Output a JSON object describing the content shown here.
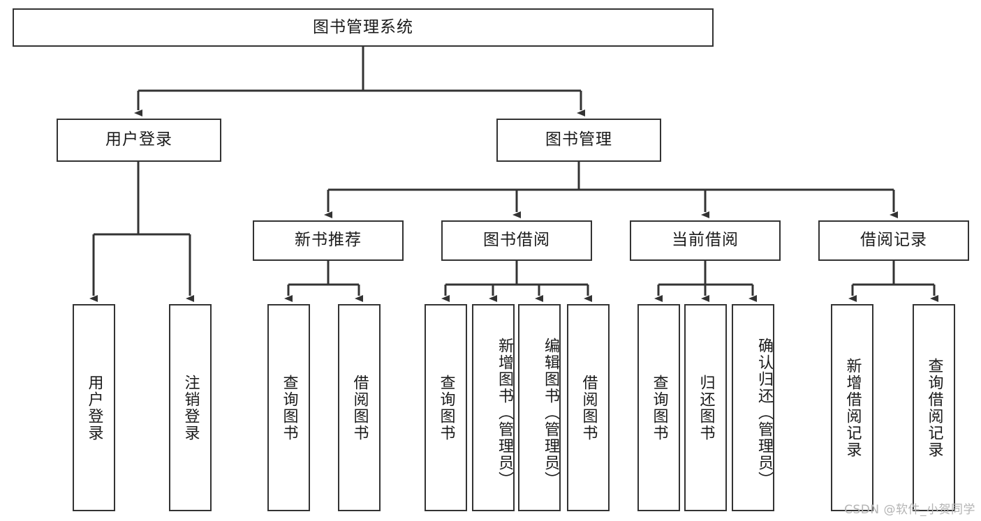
{
  "diagram": {
    "type": "tree-hierarchy",
    "title": "图书管理系统",
    "watermark": "CSDN @软件_小贺同学",
    "root": {
      "id": "root",
      "label": "图书管理系统",
      "orientation": "horizontal"
    },
    "level2": [
      {
        "id": "user-login",
        "label": "用户登录",
        "orientation": "horizontal"
      },
      {
        "id": "book-management",
        "label": "图书管理",
        "orientation": "horizontal"
      }
    ],
    "level3": [
      {
        "id": "new-book-recommend",
        "label": "新书推荐",
        "orientation": "horizontal",
        "parent": "book-management"
      },
      {
        "id": "book-borrow",
        "label": "图书借阅",
        "orientation": "horizontal",
        "parent": "book-management"
      },
      {
        "id": "current-borrow",
        "label": "当前借阅",
        "orientation": "horizontal",
        "parent": "book-management"
      },
      {
        "id": "borrow-record",
        "label": "借阅记录",
        "orientation": "horizontal",
        "parent": "book-management"
      }
    ],
    "leaves": [
      {
        "id": "leaf-user-login",
        "label": "用户登录",
        "parent": "user-login"
      },
      {
        "id": "leaf-user-logout",
        "label": "注销登录",
        "parent": "user-login"
      },
      {
        "id": "leaf-query-book-1",
        "label": "查询图书",
        "parent": "new-book-recommend"
      },
      {
        "id": "leaf-borrow-book-1",
        "label": "借阅图书",
        "parent": "new-book-recommend"
      },
      {
        "id": "leaf-query-book-2",
        "label": "查询图书",
        "parent": "book-borrow"
      },
      {
        "id": "leaf-add-book",
        "label": "新增图书（管理员）",
        "parent": "book-borrow"
      },
      {
        "id": "leaf-edit-book",
        "label": "编辑图书（管理员）",
        "parent": "book-borrow"
      },
      {
        "id": "leaf-borrow-book-2",
        "label": "借阅图书",
        "parent": "book-borrow"
      },
      {
        "id": "leaf-query-book-3",
        "label": "查询图书",
        "parent": "current-borrow"
      },
      {
        "id": "leaf-return-book",
        "label": "归还图书",
        "parent": "current-borrow"
      },
      {
        "id": "leaf-confirm-return",
        "label": "确认归还（管理员）",
        "parent": "current-borrow"
      },
      {
        "id": "leaf-add-record",
        "label": "新增借阅记录",
        "parent": "borrow-record"
      },
      {
        "id": "leaf-query-record",
        "label": "查询借阅记录",
        "parent": "borrow-record"
      }
    ],
    "colors": {
      "stroke": "#333333",
      "fill": "#ffffff",
      "text": "#1a1a1a",
      "watermark": "#b4b4b4"
    }
  }
}
